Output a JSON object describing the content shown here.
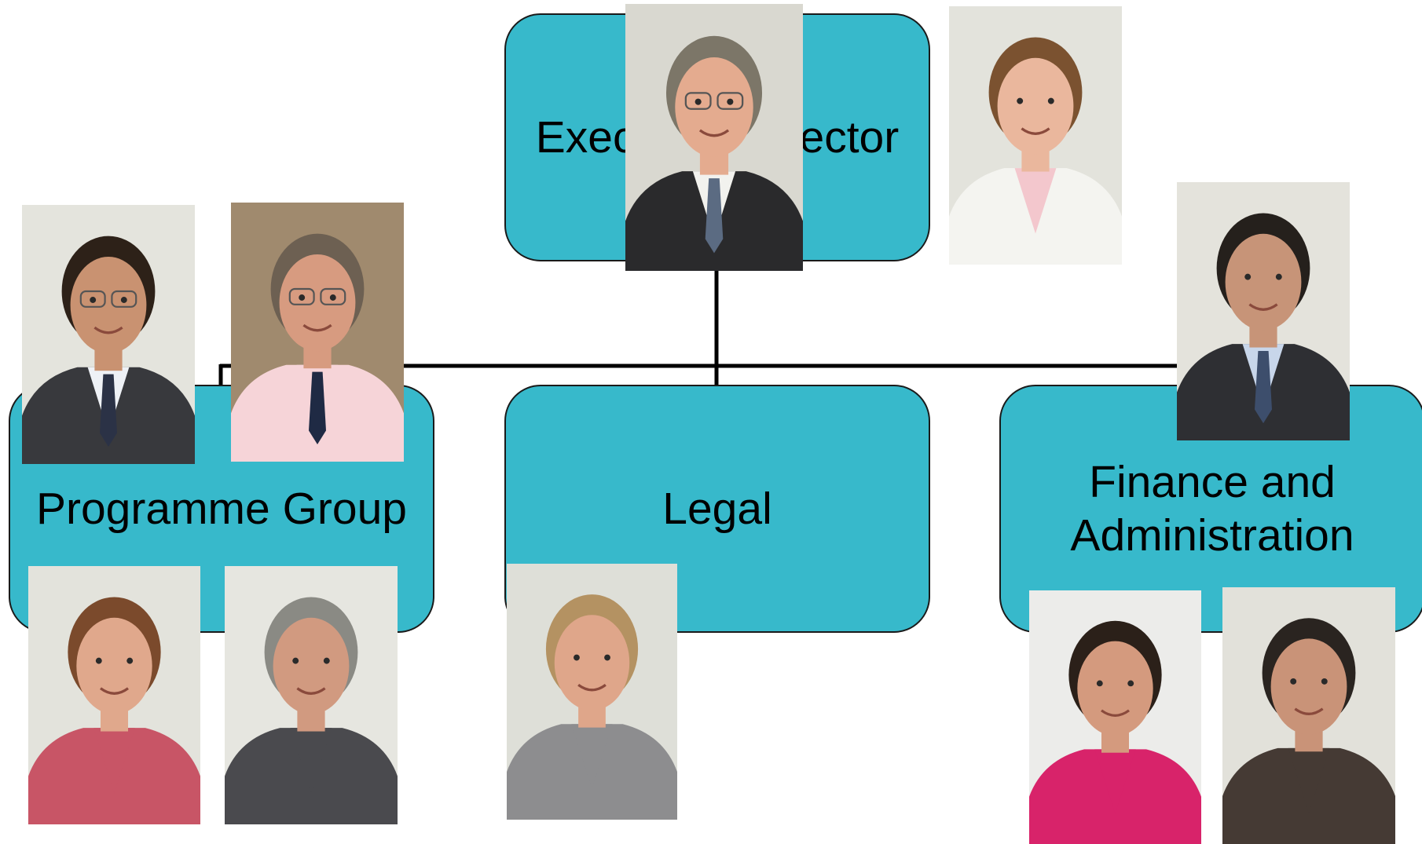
{
  "units": {
    "executive_director": {
      "label": "Executive Director"
    },
    "programme_group": {
      "label": "Programme Group"
    },
    "legal": {
      "label": "Legal"
    },
    "finance_administration": {
      "label": "Finance and Administration"
    }
  },
  "colors": {
    "box_fill": "#37b9cb",
    "line": "#000000",
    "background": "#ffffff"
  },
  "photos": [
    {
      "name": "photo-executive-director",
      "bg": "#d9d8d0",
      "hair": "#7c7668",
      "skin": "#e4ab8f",
      "shirt": "#f2f2ee",
      "jacket": "#2a2a2c",
      "tie": "#5b6b82",
      "glasses": true
    },
    {
      "name": "photo-assistant",
      "bg": "#e3e3dc",
      "hair": "#7b5230",
      "skin": "#eab79d",
      "shirt": "#f3c7cd",
      "jacket": "#f4f4f0",
      "tie": "",
      "glasses": false
    },
    {
      "name": "photo-programme-1",
      "bg": "#e4e4dd",
      "hair": "#2d2118",
      "skin": "#c99271",
      "shirt": "#eef1f6",
      "jacket": "#38393d",
      "tie": "#2b3246",
      "glasses": true
    },
    {
      "name": "photo-programme-2",
      "bg": "#a08a6e",
      "hair": "#6d6052",
      "skin": "#d79b80",
      "shirt": "#f6d4d8",
      "jacket": "#f6d4d8",
      "tie": "#1f2a44",
      "glasses": true
    },
    {
      "name": "photo-finance-head",
      "bg": "#e4e3dc",
      "hair": "#25201c",
      "skin": "#c79478",
      "shirt": "#c8d6ea",
      "jacket": "#2e2f33",
      "tie": "#3d4e6c",
      "glasses": false
    },
    {
      "name": "photo-programme-3",
      "bg": "#e3e3dc",
      "hair": "#7b4a2c",
      "skin": "#e0a88c",
      "shirt": "#c85566",
      "jacket": "#c85566",
      "tie": "",
      "glasses": false
    },
    {
      "name": "photo-programme-4",
      "bg": "#e6e6e0",
      "hair": "#8a8a84",
      "skin": "#d19a80",
      "shirt": "#4a4a4e",
      "jacket": "#4a4a4e",
      "tie": "",
      "glasses": false
    },
    {
      "name": "photo-legal-1",
      "bg": "#dedfd8",
      "hair": "#b49262",
      "skin": "#dfa68a",
      "shirt": "#8d8d8f",
      "jacket": "#8d8d8f",
      "tie": "",
      "glasses": false
    },
    {
      "name": "photo-finance-1",
      "bg": "#ececea",
      "hair": "#2b2019",
      "skin": "#d49a7e",
      "shirt": "#d8236a",
      "jacket": "#d8236a",
      "tie": "",
      "glasses": false
    },
    {
      "name": "photo-finance-2",
      "bg": "#e2e1da",
      "hair": "#2a2420",
      "skin": "#c99378",
      "shirt": "#453a34",
      "jacket": "#453a34",
      "tie": "",
      "glasses": false
    }
  ]
}
